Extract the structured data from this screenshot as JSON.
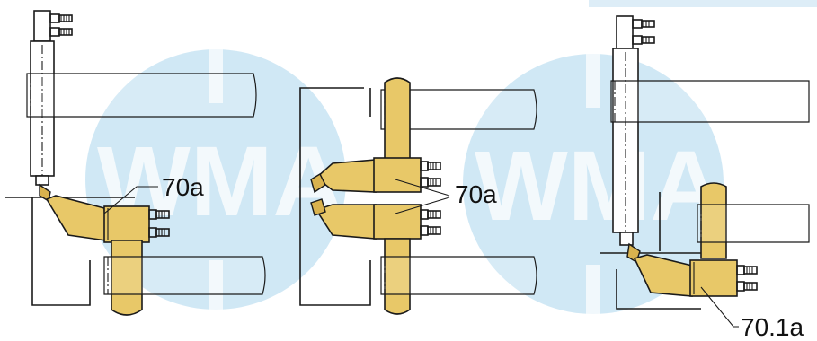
{
  "labels": {
    "left_callout": "70a",
    "middle_callout": "70a",
    "right_callout": "70.1a"
  },
  "watermark": {
    "text": "WMA",
    "color": "#8fc8e8"
  },
  "colors": {
    "gun_body": "#e8c868",
    "outline": "#1a1a1a",
    "background": "#ffffff"
  }
}
